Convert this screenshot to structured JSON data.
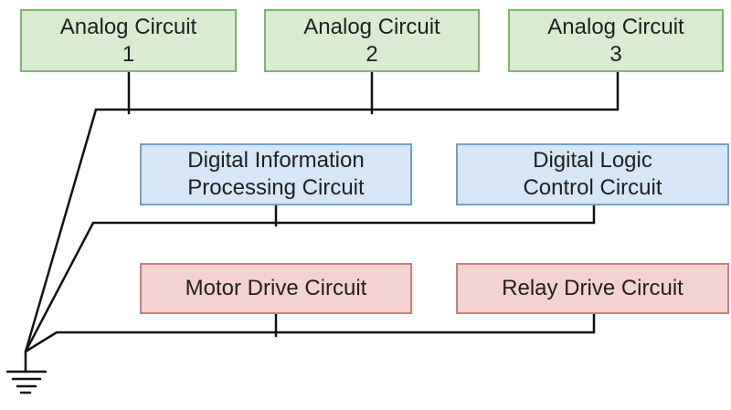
{
  "analog_circuits": [
    {
      "label": "Analog Circuit\n1"
    },
    {
      "label": "Analog Circuit\n2"
    },
    {
      "label": "Analog Circuit\n3"
    }
  ],
  "digital_circuits": [
    {
      "label": "Digital Information\nProcessing Circuit"
    },
    {
      "label": "Digital Logic\nControl Circuit"
    }
  ],
  "drive_circuits": [
    {
      "label": "Motor Drive Circuit"
    },
    {
      "label": "Relay Drive Circuit"
    }
  ],
  "colors": {
    "analog_fill": "#d9ecd2",
    "analog_border": "#7cb86b",
    "digital_fill": "#d6e6f7",
    "digital_border": "#6f9fd2",
    "drive_fill": "#f5d2d2",
    "drive_border": "#d27a7a",
    "wire": "#111111"
  },
  "icons": {
    "ground": "ground-symbol-icon"
  }
}
